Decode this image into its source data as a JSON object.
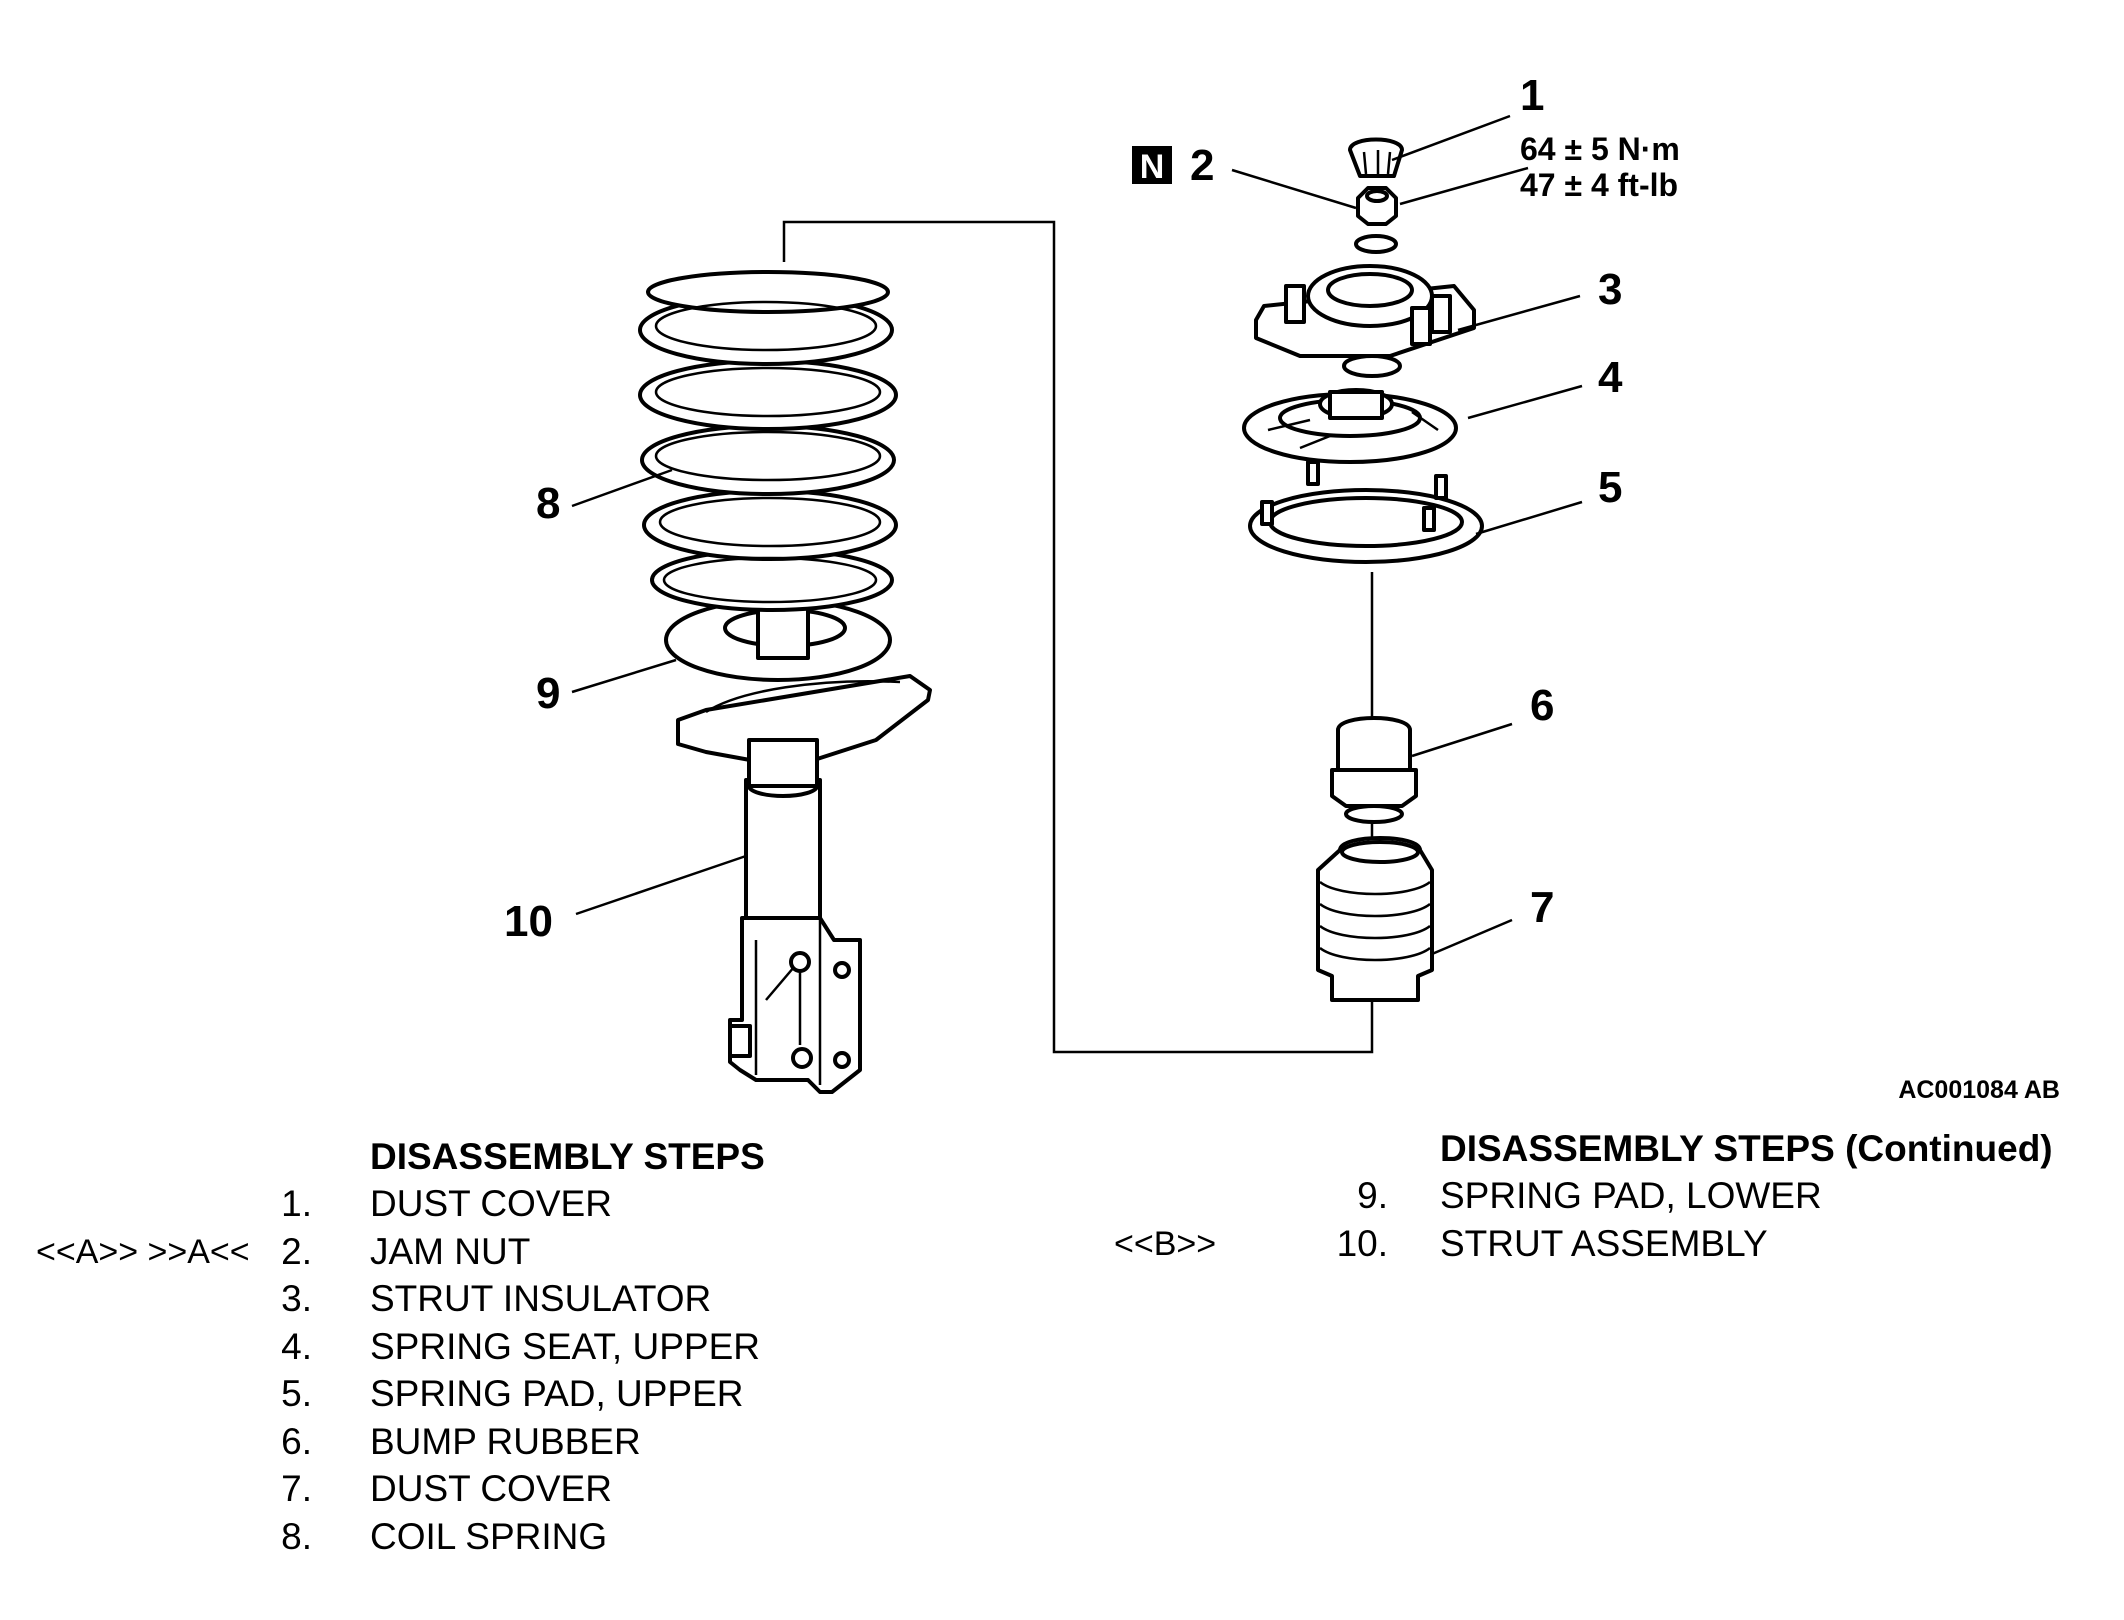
{
  "diagram": {
    "callouts": [
      "1",
      "2",
      "3",
      "4",
      "5",
      "6",
      "7",
      "8",
      "9",
      "10"
    ],
    "new_part_badge": "N",
    "torque": {
      "metric": "64 ± 5 N·m",
      "imperial": "47 ± 4 ft-lb"
    },
    "figure_id": "AC001084 AB"
  },
  "steps_left": {
    "heading": "DISASSEMBLY STEPS",
    "items": [
      {
        "mark": "",
        "num": "1.",
        "label": "DUST COVER"
      },
      {
        "mark": "<<A>> >>A<<",
        "num": "2.",
        "label": "JAM NUT"
      },
      {
        "mark": "",
        "num": "3.",
        "label": "STRUT INSULATOR"
      },
      {
        "mark": "",
        "num": "4.",
        "label": "SPRING SEAT, UPPER"
      },
      {
        "mark": "",
        "num": "5.",
        "label": "SPRING PAD, UPPER"
      },
      {
        "mark": "",
        "num": "6.",
        "label": "BUMP RUBBER"
      },
      {
        "mark": "",
        "num": "7.",
        "label": "DUST COVER"
      },
      {
        "mark": "",
        "num": "8.",
        "label": "COIL SPRING"
      }
    ]
  },
  "steps_right": {
    "heading": "DISASSEMBLY STEPS (Continued)",
    "items": [
      {
        "mark": "",
        "num": "9.",
        "label": "SPRING PAD, LOWER"
      },
      {
        "mark": "<<B>>",
        "num": "10.",
        "label": "STRUT ASSEMBLY"
      }
    ]
  }
}
